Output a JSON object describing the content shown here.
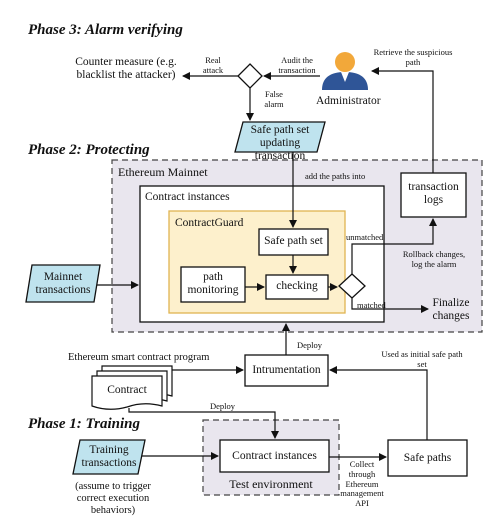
{
  "phases": {
    "phase3": "Phase 3: Alarm verifying",
    "phase2": "Phase 2: Protecting",
    "phase1": "Phase 1: Training"
  },
  "nodes": {
    "counter_measure": "Counter measure (e.g. blacklist the attacker)",
    "administrator": "Administrator",
    "safe_path_update": "Safe path set updating transaction",
    "ethereum_mainnet": "Ethereum Mainnet",
    "contract_instances_main": "Contract instances",
    "contractguard": "ContractGuard",
    "safe_path_set": "Safe path set",
    "path_monitoring": "path monitoring",
    "checking": "checking",
    "transaction_logs": "transaction logs",
    "mainnet_transactions": "Mainnet transactions",
    "finalize_changes": "Finalize changes",
    "ethereum_program": "Ethereum smart contract program",
    "contract": "Contract",
    "instrumentation": "Intrumentation",
    "training_transactions": "Training transactions",
    "training_note": "(assume to trigger correct execution behaviors)",
    "contract_instances_test": "Contract instances",
    "test_environment": "Test environment",
    "safe_paths": "Safe paths"
  },
  "edge_labels": {
    "real_attack": "Real attack",
    "audit_transaction": "Audit the transaction",
    "false_alarm": "False alarm",
    "retrieve_suspicious_path": "Retrieve the suspicious path",
    "add_paths_into": "add the paths into",
    "unmatched": "unmatched",
    "matched": "matched",
    "rollback": "Rollback changes, log the alarm",
    "deploy_upper": "Deploy",
    "deploy_lower": "Deploy",
    "used_as_initial": "Used as initial safe path set",
    "collect": "Collect through Ethereum management API"
  },
  "colors": {
    "mainnet_bg": "#e9e6ee",
    "contractguard_bg": "#fdf0cc",
    "contractguard_border": "#e0b451",
    "input_bg": "#bfe3ee",
    "test_env_bg": "#e9e6ee",
    "admin_body": "#2f5597",
    "admin_head": "#f2a83a"
  }
}
